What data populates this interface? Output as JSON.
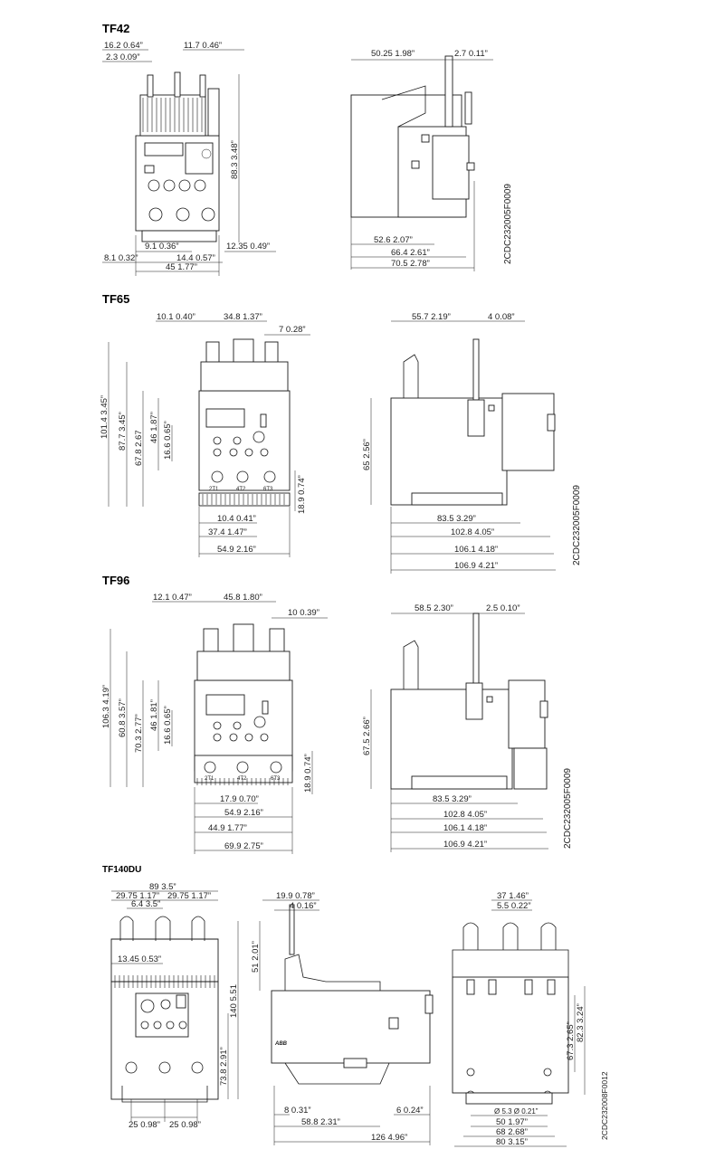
{
  "sections": {
    "tf42": {
      "title": "TF42",
      "code": "2CDC232005F0009",
      "front_dims": [
        "16.2  0.64”",
        "2.3  0.09”",
        "11.7  0.46”",
        "88.3  3.48”",
        "9.1  0.36”",
        "12.35  0.49”",
        "8.1  0.32”",
        "14.4  0.57”",
        "45  1.77”"
      ],
      "side_dims": [
        "50.25  1.98”",
        "2.7  0.11”",
        "52.6  2.07”",
        "66.4  2.61”",
        "70.5  2.78”"
      ]
    },
    "tf65": {
      "title": "TF65",
      "code": "2CDC232005F0009",
      "front_dims": [
        "10.1  0.40”",
        "34.8  1.37”",
        "7  0.28”",
        "101.4  3.45”",
        "87.7  3.45”",
        "67.8  2.67",
        "46  1.87”",
        "16.6  0.65”",
        "18.9  0.74”",
        "10.4  0.41”",
        "37.4  1.47”",
        "54.9  2.16”"
      ],
      "side_dims": [
        "55.7  2.19”",
        "4  0.08”",
        "65  2.56”",
        "83.5  3.29”",
        "102.8  4.05”",
        "106.1  4.18”",
        "106.9  4.21”"
      ],
      "terminals": [
        "2T1",
        "4T2",
        "6T3"
      ]
    },
    "tf96": {
      "title": "TF96",
      "code": "2CDC232005F0009",
      "front_dims": [
        "12.1  0.47”",
        "45.8  1.80”",
        "10  0.39”",
        "106.3  4.19”",
        "60.8  3.57”",
        "70.3  2.77”",
        "46  1.81”",
        "16.6  0.65”",
        "18.9  0.74”",
        "17.9  0.70”",
        "54.9  2.16”",
        "44.9  1.77”",
        "69.9  2.75”"
      ],
      "side_dims": [
        "58.5  2.30”",
        "2.5  0.10”",
        "67.5  2.66”",
        "83.5  3.29”",
        "102.8  4.05”",
        "106.1  4.18”",
        "106.9  4.21”"
      ],
      "terminals": [
        "2T1",
        "4T2",
        "6T3"
      ]
    },
    "tf140du": {
      "title": "TF140DU",
      "code": "2CDC232008F0012",
      "front_dims": [
        "89  3.5”",
        "29.75  1.17”",
        "29.75  1.17”",
        "6.4  3.5”",
        "13.45  0.53”",
        "140  5.51",
        "73.8  2.91”",
        "25  0.98”",
        "25  0.98”"
      ],
      "side_dims": [
        "19.9  0.78”",
        "4  0.16”",
        "51  2.01”",
        "8  0.31”",
        "6  0.24”",
        "58.8  2.31”",
        "126  4.96”"
      ],
      "rear_dims": [
        "37  1.46”",
        "5.5  0.22”",
        "67.3  2.65”",
        "82.3  3.24”",
        "Ø 5.3   Ø 0.21”",
        "50  1.97”",
        "68  2.68”",
        "80  3.15”"
      ],
      "brand": "ABB"
    }
  },
  "colors": {
    "line": "#1a1a1a",
    "text": "#222222",
    "background": "#ffffff"
  }
}
